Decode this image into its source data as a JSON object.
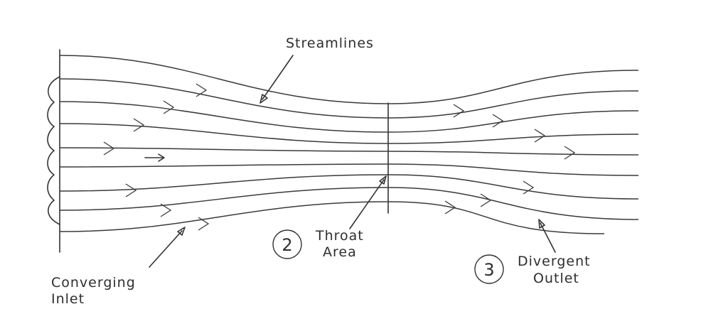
{
  "labels": {
    "streamlines": "Streamlines",
    "converging_line1": "Converging",
    "converging_line2": "Inlet",
    "throat_number": "2",
    "throat_line1": "Throat",
    "throat_line2": "Area",
    "divergent_number": "3",
    "divergent_line1": "Divergent",
    "divergent_line2": "Outlet"
  },
  "colors": {
    "line": "#333333",
    "background": "#ffffff"
  }
}
